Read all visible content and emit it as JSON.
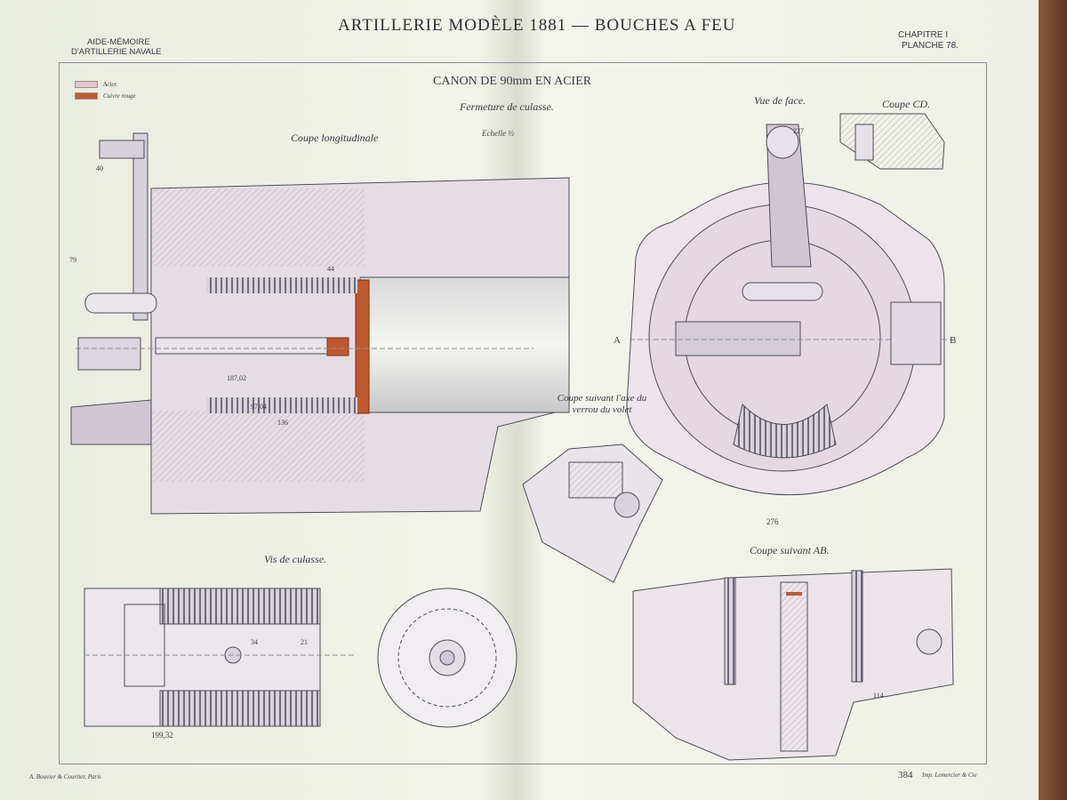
{
  "header": {
    "title": "ARTILLERIE MODÈLE 1881 — BOUCHES A FEU",
    "left_line1": "AIDE-MÉMOIRE",
    "left_line2": "D'ARTILLERIE NAVALE",
    "right_line1": "CHAPITRE I",
    "right_line2": "PLANCHE 78."
  },
  "drawing": {
    "title": "CANON DE 90mm EN ACIER",
    "subtitle": "Fermeture de culasse.",
    "scale": "Echelle ½"
  },
  "legend": [
    {
      "label": "Acier.",
      "color": "#e8c4cf"
    },
    {
      "label": "Cuivre rouge",
      "color": "#c0582e"
    }
  ],
  "views": {
    "coupe_longitudinale": "Coupe longitudinale",
    "vue_de_face": "Vue de face.",
    "coupe_cd": "Coupe CD.",
    "coupe_axe": "Coupe suivant l'axe du verrou du volet",
    "vis_de_culasse": "Vis de culasse.",
    "coupe_ab": "Coupe suivant AB."
  },
  "dimensions": {
    "d1": "40",
    "d2": "79",
    "d3": "44",
    "d4": "136",
    "d5": "187,02",
    "d6": "97,04",
    "d7": "199,32",
    "d8": "34",
    "d9": "21",
    "d10": "114",
    "d11": "276",
    "d12": "A",
    "d13": "B",
    "d14": "227"
  },
  "footer": {
    "left": "A. Bouvier & Courtier, Paris",
    "right": "Imp. Lemercier & Cie",
    "page": "384"
  },
  "colors": {
    "paper": "#eef0e6",
    "steel_pink": "#e8c4cf",
    "copper": "#c0582e",
    "ink": "#3a3a44"
  }
}
